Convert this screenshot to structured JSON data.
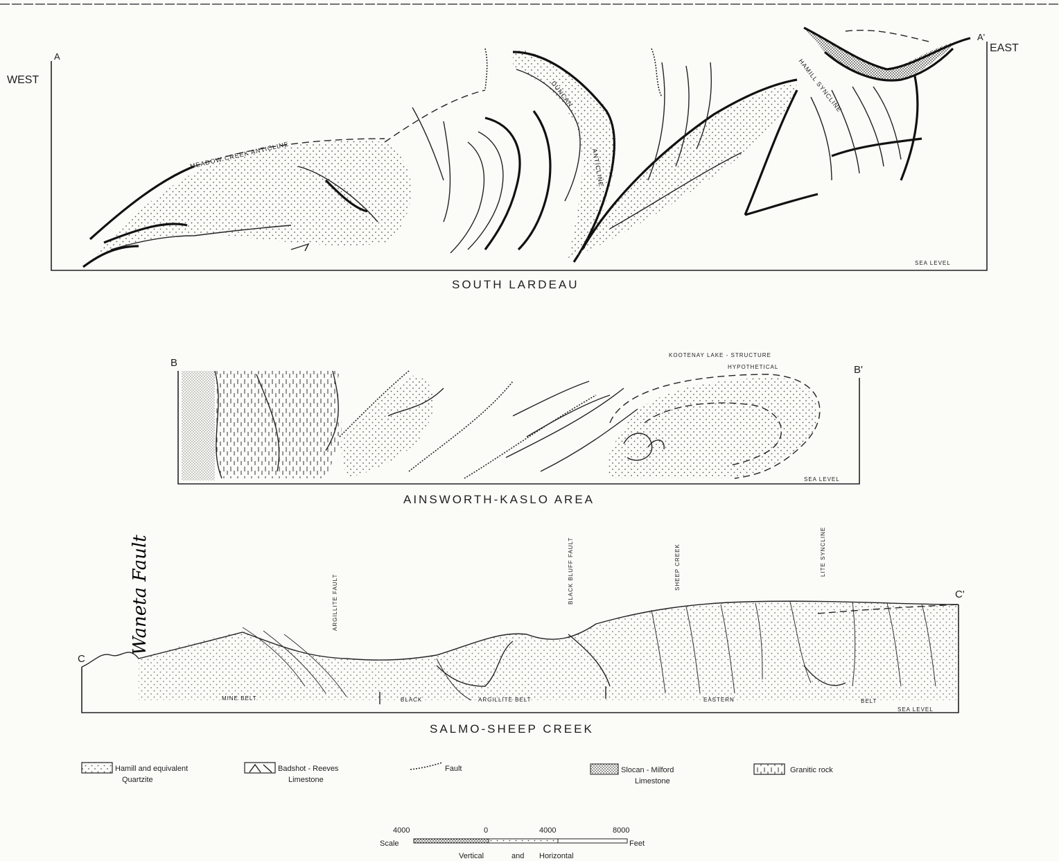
{
  "sections": {
    "south_lardeau": {
      "title": "SOUTH LARDEAU",
      "west": "WEST",
      "east": "EAST",
      "endpoint_left": "A",
      "endpoint_right": "A'",
      "sea_level": "SEA LEVEL",
      "labels": {
        "meadow_creek": "MEADOW CREEK ANTICLINE",
        "duncan": "DUNCAN",
        "anticline": "ANTICLINE",
        "hamill_syncline": "HAMILL SYNCLINE"
      }
    },
    "ainsworth_kaslo": {
      "title": "AINSWORTH-KASLO AREA",
      "endpoint_left": "B",
      "endpoint_right": "B'",
      "sea_level": "SEA LEVEL",
      "structure_line1": "KOOTENAY LAKE - STRUCTURE",
      "structure_line2": "HYPOTHETICAL"
    },
    "salmo_sheep_creek": {
      "title": "SALMO-SHEEP CREEK",
      "endpoint_left": "C",
      "endpoint_right": "C'",
      "sea_level": "SEA LEVEL",
      "handwritten": "Waneta Fault",
      "vertical_labels": {
        "argillite_fault": "ARGILLITE FAULT",
        "black_bluff_fault": "BLACK BLUFF FAULT",
        "sheep_creek": "SHEEP CREEK",
        "syncline": "LITE SYNCLINE"
      },
      "belts": {
        "mine_belt": "MINE BELT",
        "black": "BLACK",
        "argillite_belt": "ARGILLITE BELT",
        "eastern": "EASTERN",
        "belt": "BELT"
      }
    }
  },
  "legend": {
    "hamill_line1": "Hamill and equivalent",
    "hamill_line2": "Quartzite",
    "badshot_line1": "Badshot - Reeves",
    "badshot_line2": "Limestone",
    "fault": "Fault",
    "slocan_line1": "Slocan - Milford",
    "slocan_line2": "Limestone",
    "granitic": "Granitic rock"
  },
  "scale": {
    "label": "Scale",
    "ticks": [
      "4000",
      "0",
      "4000",
      "8000"
    ],
    "unit": "Feet",
    "caption_left": "Vertical",
    "caption_mid": "and",
    "caption_right": "Horizontal"
  }
}
